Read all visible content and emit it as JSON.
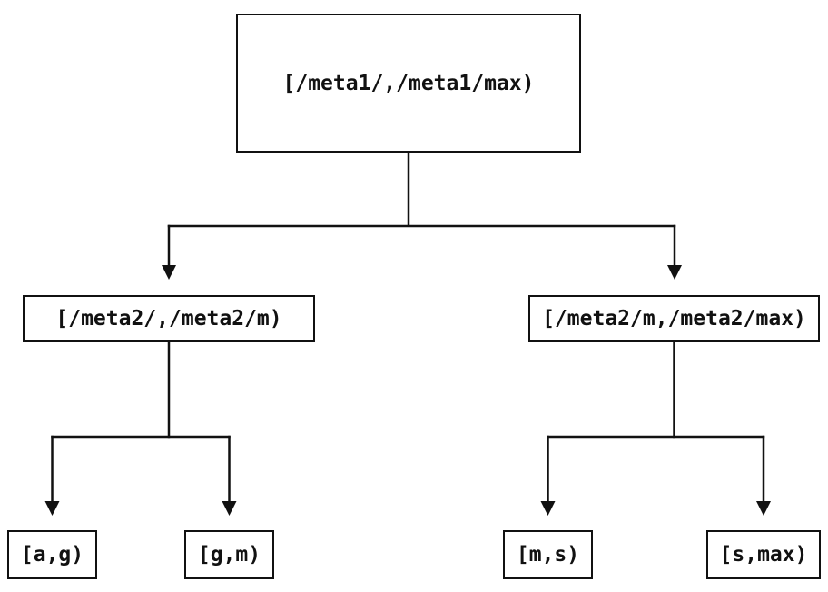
{
  "colors": {
    "background": "#ffffff",
    "line": "#111111",
    "text": "#111111"
  },
  "tree": {
    "root": {
      "label": "[/meta1/,/meta1/max)"
    },
    "children": [
      {
        "label": "[/meta2/,/meta2/m)",
        "children": [
          {
            "label": "[a,g)"
          },
          {
            "label": "[g,m)"
          }
        ]
      },
      {
        "label": "[/meta2/m,/meta2/max)",
        "children": [
          {
            "label": "[m,s)"
          },
          {
            "label": "[s,max)"
          }
        ]
      }
    ]
  }
}
